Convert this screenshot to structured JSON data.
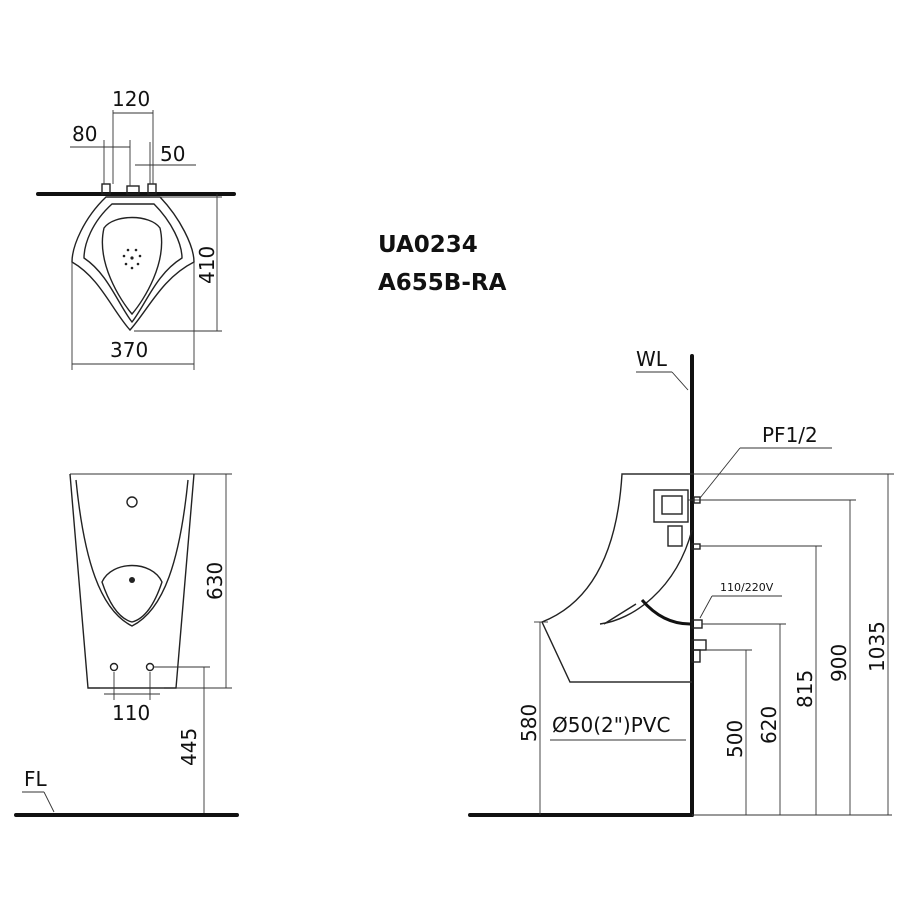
{
  "models": [
    "UA0234",
    "A655B-RA"
  ],
  "top_view": {
    "dim_120": "120",
    "dim_80": "80",
    "dim_50": "50",
    "dim_410": "410",
    "dim_370": "370"
  },
  "front_view": {
    "dim_630": "630",
    "dim_110": "110",
    "dim_445": "445",
    "floor_label": "FL"
  },
  "side_view": {
    "wall_label": "WL",
    "inlet_label": "PF1/2",
    "power_label": "110/220V",
    "drain_label": "Ø50(2\")PVC",
    "dim_580": "580",
    "dim_500": "500",
    "dim_620": "620",
    "dim_815": "815",
    "dim_900": "900",
    "dim_1035": "1035"
  }
}
